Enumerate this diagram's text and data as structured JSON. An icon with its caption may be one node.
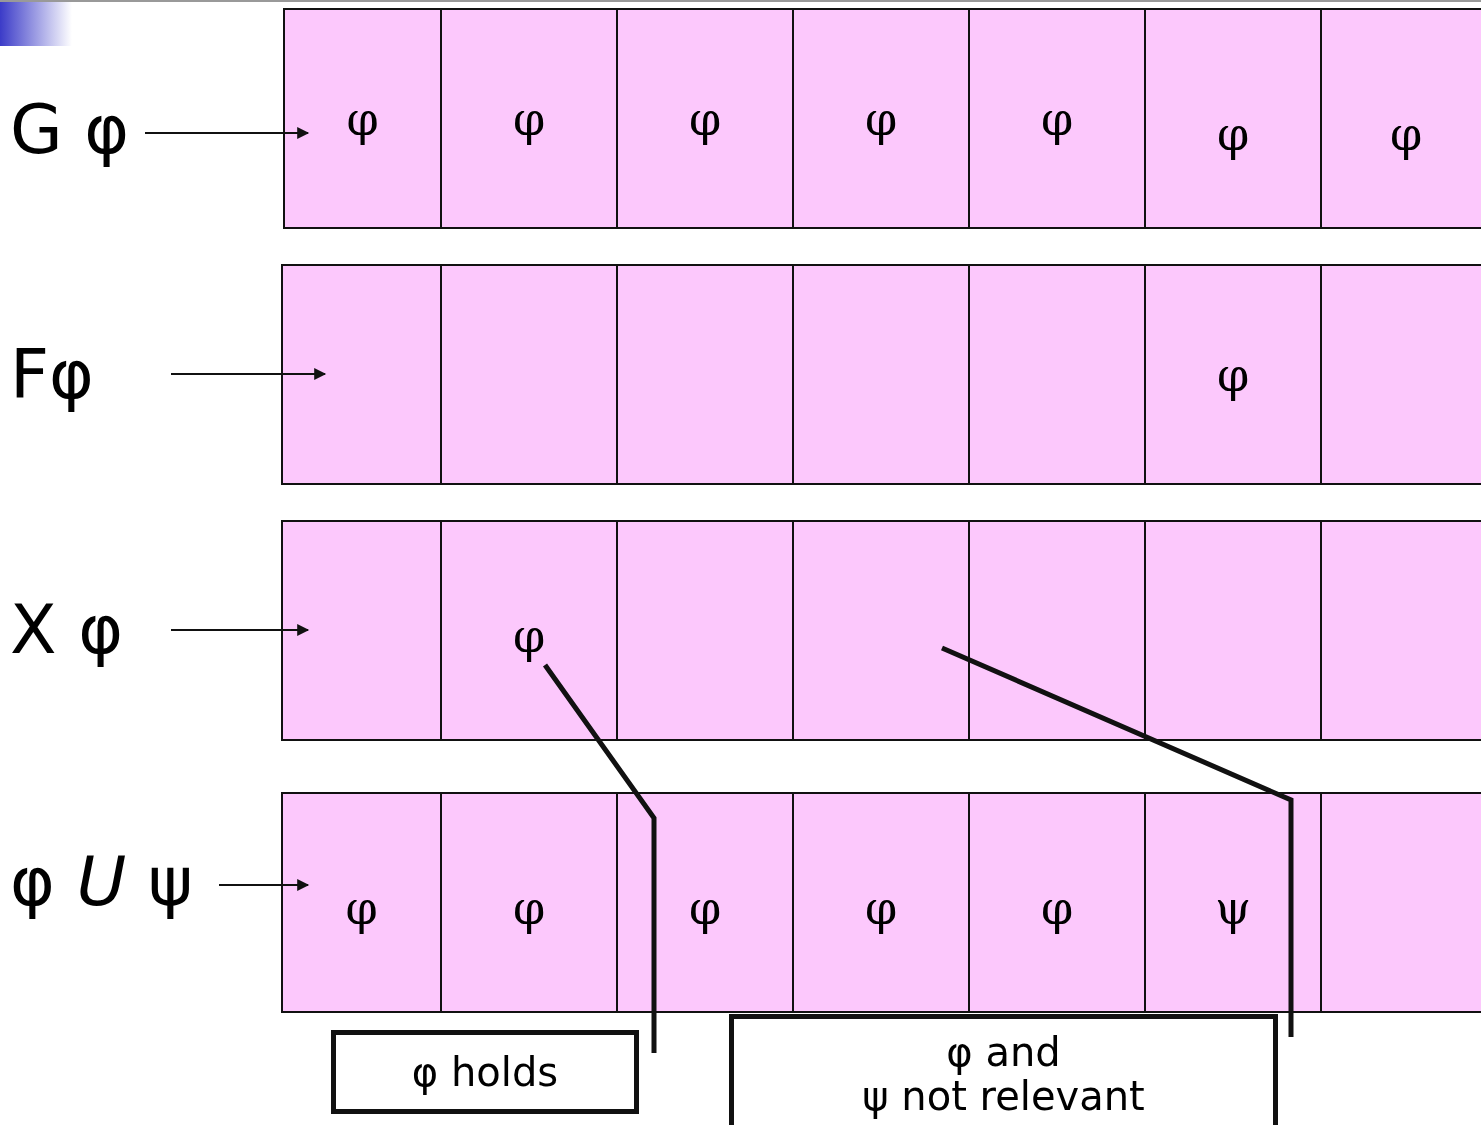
{
  "diagram": {
    "nodes": [
      {
        "text": [
          "G φ"
        ]
      },
      {
        "text": [
          "φ"
        ]
      },
      {
        "text": [
          "φ"
        ]
      },
      {
        "text": [
          "φ"
        ]
      },
      {
        "text": [
          "φ"
        ]
      },
      {
        "text": [
          "φ"
        ]
      },
      {
        "text": [
          "φ"
        ]
      },
      {
        "text": [
          "φ"
        ]
      },
      {
        "text": [
          "Fφ"
        ]
      },
      {
        "text": [],
        "shape": "box"
      },
      {
        "text": [],
        "shape": "box"
      },
      {
        "text": [],
        "shape": "box"
      },
      {
        "text": [],
        "shape": "box"
      },
      {
        "text": [],
        "shape": "box"
      },
      {
        "text": [
          "φ"
        ]
      },
      {
        "text": [],
        "shape": "box"
      },
      {
        "text": [
          "X φ"
        ]
      },
      {
        "text": [],
        "shape": "box"
      },
      {
        "text": [
          "φ"
        ]
      },
      {
        "text": [],
        "shape": "box"
      },
      {
        "text": [],
        "shape": "box"
      },
      {
        "text": [],
        "shape": "box"
      },
      {
        "text": [],
        "shape": "box"
      },
      {
        "text": [],
        "shape": "box"
      },
      {
        "text": [
          "φ *U* ψ"
        ]
      },
      {
        "text": [
          "φ"
        ]
      },
      {
        "text": [
          "φ"
        ]
      },
      {
        "text": [
          "φ"
        ]
      },
      {
        "text": [
          "φ"
        ]
      },
      {
        "text": [
          "φ"
        ]
      },
      {
        "text": [
          "ψ"
        ]
      },
      {
        "text": [],
        "shape": "box"
      },
      {
        "text": [
          "φ holds"
        ]
      },
      {
        "text": [
          "φ and",
          "ψ not relevant"
        ]
      }
    ],
    "edges": [
      {
        "from": 0,
        "to": 1,
        "arrow": "to"
      },
      {
        "from": 8,
        "to": 9,
        "arrow": "to"
      },
      {
        "from": 16,
        "to": 17,
        "arrow": "to"
      },
      {
        "from": 24,
        "to": 25,
        "arrow": "to"
      },
      {
        "from": 32,
        "to": 18,
        "arrow": "none",
        "style": "thick"
      },
      {
        "from": 33,
        "to": 20,
        "arrow": "none",
        "style": "thick"
      }
    ]
  }
}
